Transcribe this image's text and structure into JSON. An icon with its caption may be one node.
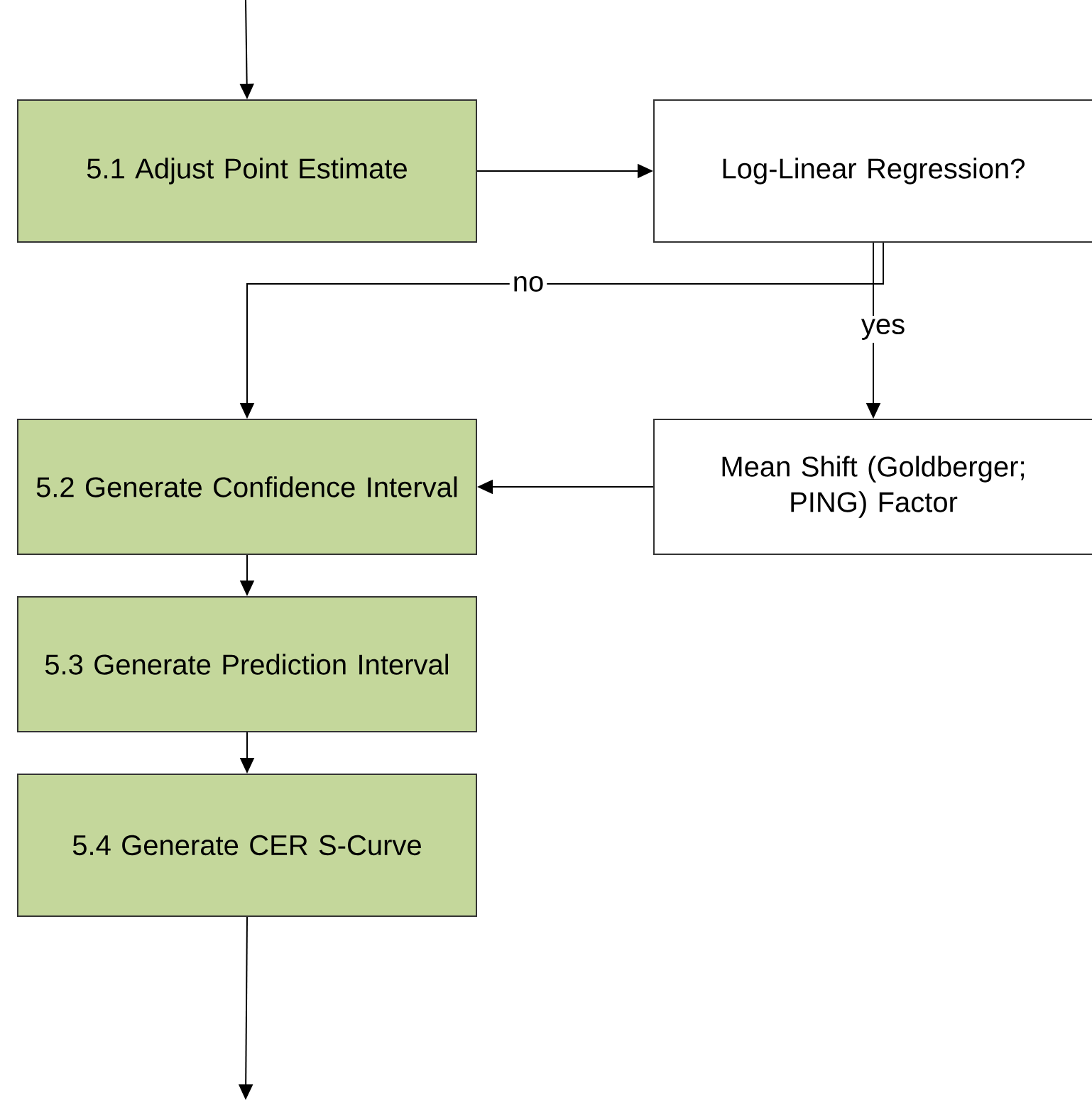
{
  "diagram": {
    "nodes": [
      {
        "text": [
          "5.1 Adjust Point Estimate"
        ]
      },
      {
        "text": [
          "Log-Linear Regression?"
        ]
      },
      {
        "text": [
          "5.2 Generate Confidence Interval"
        ]
      },
      {
        "text": [
          "Mean Shift (Goldberger; PING) Factor"
        ]
      },
      {
        "text": [
          "5.3 Generate Prediction Interval"
        ]
      },
      {
        "text": [
          "5.4 Generate CER S-Curve"
        ]
      }
    ],
    "edges": [
      {
        "from": null,
        "to": 0,
        "arrow": "to"
      },
      {
        "from": 0,
        "to": 1,
        "arrow": "to"
      },
      {
        "from": 1,
        "to": 2,
        "arrow": "to",
        "label": "no"
      },
      {
        "from": 1,
        "to": 3,
        "arrow": "to",
        "label": "yes"
      },
      {
        "from": 3,
        "to": 2,
        "arrow": "to"
      },
      {
        "from": 2,
        "to": 4,
        "arrow": "to"
      },
      {
        "from": 4,
        "to": 5,
        "arrow": "to"
      },
      {
        "from": 5,
        "to": null,
        "arrow": "to"
      }
    ]
  }
}
